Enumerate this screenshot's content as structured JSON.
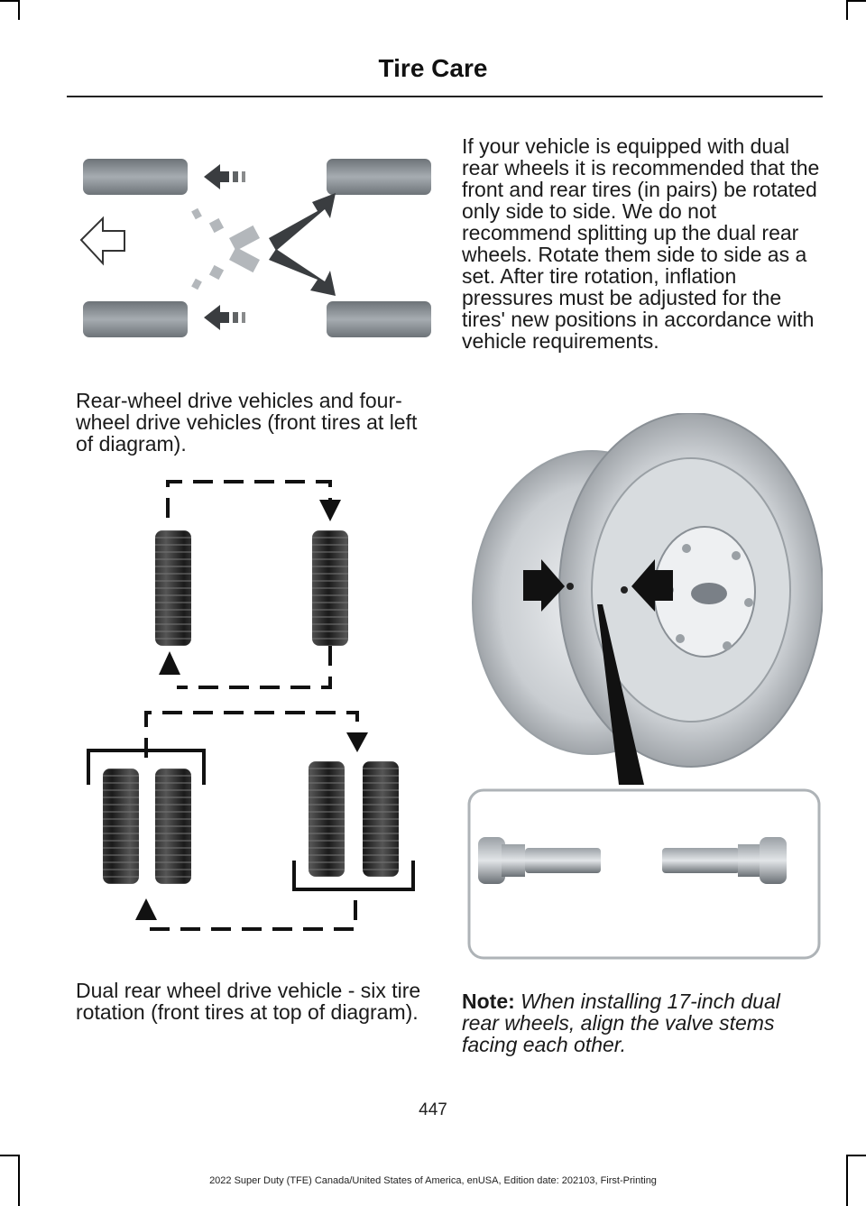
{
  "header": {
    "title": "Tire Care"
  },
  "figures": {
    "rwd_rotation": {
      "icon": "four-tire-rotation-diagram"
    },
    "drw_rotation": {
      "icon": "six-tire-rotation-diagram"
    },
    "dual_wheel": {
      "icon": "dual-rear-wheel-valve-stem-diagram"
    }
  },
  "captions": {
    "rwd": "Rear-wheel drive vehicles and four-wheel drive vehicles (front tires at left of diagram).",
    "drw": "Dual rear wheel drive vehicle - six tire rotation (front tires at top of diagram)."
  },
  "paragraph": "If your vehicle is equipped with dual rear wheels it is recommended that the front and rear tires (in pairs) be rotated only side to side. We do not recommend splitting up the dual rear wheels. Rotate them side to side as a set. After tire rotation, inflation pressures must be adjusted for the tires' new positions in accordance with vehicle requirements.",
  "note": {
    "label": "Note:",
    "text": "When installing 17-inch dual rear wheels, align the valve stems facing each other."
  },
  "page_number": "447",
  "footer": "2022 Super Duty (TFE) Canada/United States of America, enUSA, Edition date: 202103, First-Printing",
  "colors": {
    "tire_gray": "#8a9096",
    "arrow_dark": "#3a3d40",
    "rule": "#222222"
  }
}
